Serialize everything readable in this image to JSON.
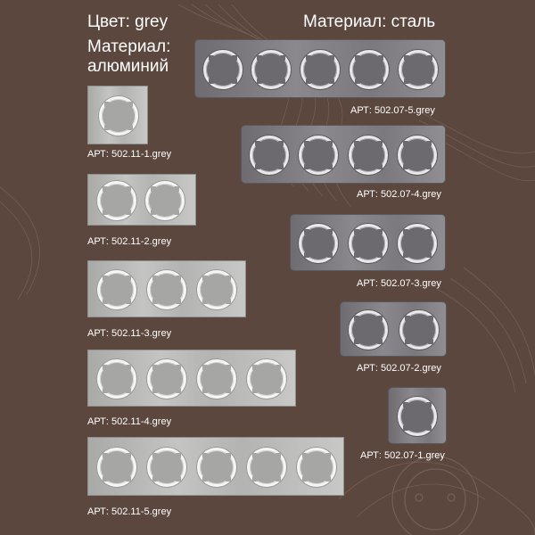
{
  "header": {
    "color_label": "Цвет: grey",
    "material_left_line1": "Материал:",
    "material_left_line2": "алюминий",
    "material_right": "Материал: сталь"
  },
  "aluminum_frames": [
    {
      "sockets": 1,
      "article": "АРТ: 502.11-1.grey"
    },
    {
      "sockets": 2,
      "article": "АРТ: 502.11-2.grey"
    },
    {
      "sockets": 3,
      "article": "АРТ: 502.11-3.grey"
    },
    {
      "sockets": 4,
      "article": "АРТ: 502.11-4.grey"
    },
    {
      "sockets": 5,
      "article": "АРТ: 502.11-5.grey"
    }
  ],
  "steel_frames": [
    {
      "sockets": 5,
      "article": "АРТ: 502.07-5.grey"
    },
    {
      "sockets": 4,
      "article": "АРТ: 502.07-4.grey"
    },
    {
      "sockets": 3,
      "article": "АРТ: 502.07-3.grey"
    },
    {
      "sockets": 2,
      "article": "АРТ: 502.07-2.grey"
    },
    {
      "sockets": 1,
      "article": "АРТ: 502.07-1.grey"
    }
  ],
  "colors": {
    "background": "#5b473e",
    "contour_lines": "#7a665c",
    "text": "#ffffff"
  }
}
